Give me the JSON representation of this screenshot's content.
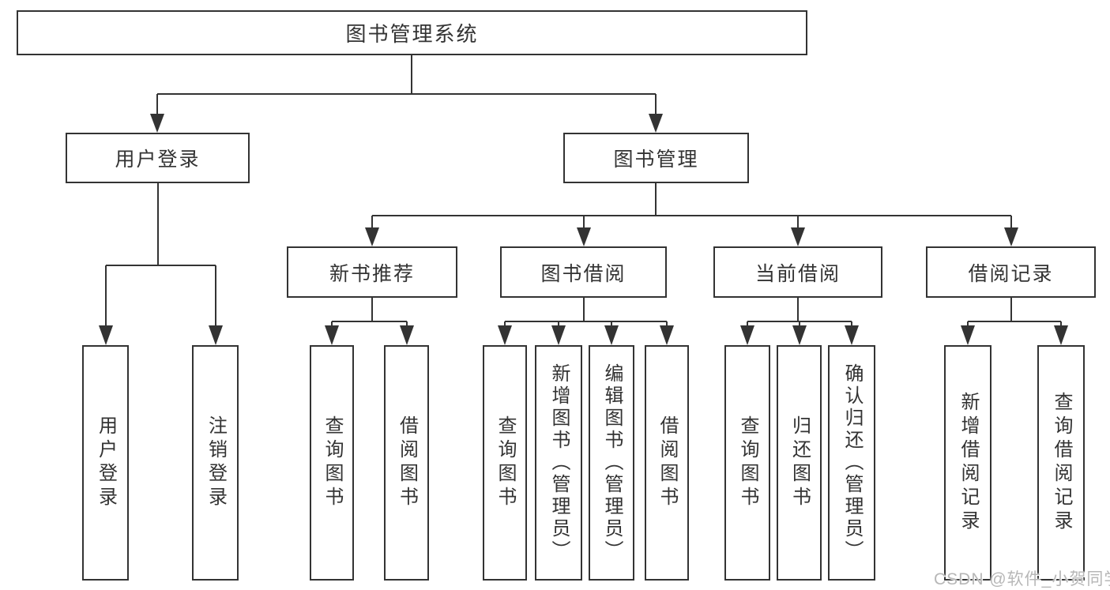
{
  "tree": {
    "root": {
      "label": "图书管理系统",
      "children": [
        {
          "label": "用户登录",
          "children": [
            {
              "label": "用户登录"
            },
            {
              "label": "注销登录"
            }
          ]
        },
        {
          "label": "图书管理",
          "children": [
            {
              "label": "新书推荐",
              "children": [
                {
                  "label": "查询图书"
                },
                {
                  "label": "借阅图书"
                }
              ]
            },
            {
              "label": "图书借阅",
              "children": [
                {
                  "label": "查询图书"
                },
                {
                  "label": "新增图书（管理员）"
                },
                {
                  "label": "编辑图书（管理员）"
                },
                {
                  "label": "借阅图书"
                }
              ]
            },
            {
              "label": "当前借阅",
              "children": [
                {
                  "label": "查询图书"
                },
                {
                  "label": "归还图书"
                },
                {
                  "label": "确认归还（管理员）"
                }
              ]
            },
            {
              "label": "借阅记录",
              "children": [
                {
                  "label": "新增借阅记录"
                },
                {
                  "label": "查询借阅记录"
                }
              ]
            }
          ]
        }
      ]
    }
  },
  "watermark": "CSDN @软件_小贺同学",
  "colors": {
    "line": "#333333",
    "text": "#333333",
    "box_background": "#ffffff",
    "watermark": "#b7b7b7",
    "background": "#ffffff"
  }
}
